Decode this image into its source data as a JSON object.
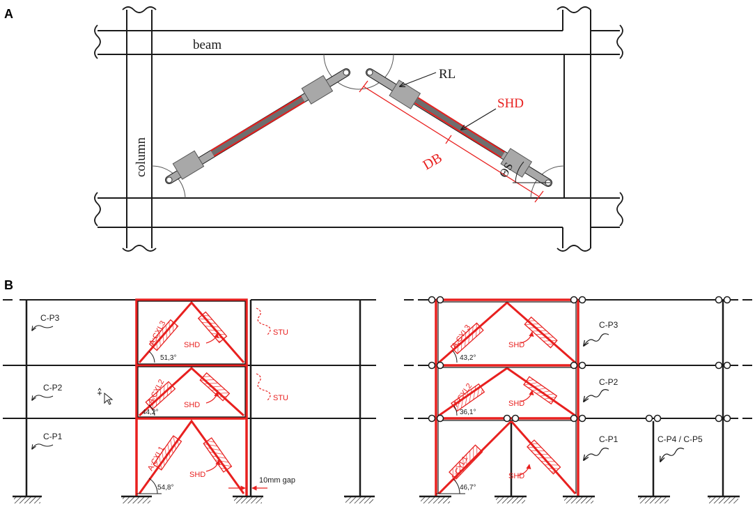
{
  "colors": {
    "structure": "#1a1a1a",
    "highlight": "#e8201f",
    "gray_link": "#a8a8a8",
    "gray_dark": "#6e6e6e"
  },
  "panel_a": {
    "label": "A",
    "beam": "beam",
    "column": "column",
    "rl": "RL",
    "shd": "SHD",
    "db": "DB",
    "theta": "ΘS"
  },
  "panel_b": {
    "label": "B",
    "left": {
      "cp3": "C-P3",
      "cp2": "C-P2",
      "cp1": "C-P1",
      "cyl3": "A:CXL3",
      "cyl2": "A:CXL2",
      "cyl1": "A:CXL1",
      "shd3": "SHD",
      "shd2": "SHD",
      "shd1": "SHD",
      "ang3": "51,3°",
      "ang2": "44,2°",
      "ang1": "54,8°",
      "stu_top": "STU",
      "stu_mid": "STU",
      "gap": "10mm gap"
    },
    "right": {
      "cp3": "C-P3",
      "cp2": "C-P2",
      "cp1": "C-P1",
      "cp45": "C-P4 / C-P5",
      "cyl3": "A:CYL3",
      "cyl2": "A:CYL2",
      "cyl1": "A:CYL1",
      "shd3": "SHD",
      "shd2": "SHD",
      "shd1": "SHD",
      "ang3": "43,2°",
      "ang2": "36,1°",
      "ang1": "46,7°"
    }
  }
}
